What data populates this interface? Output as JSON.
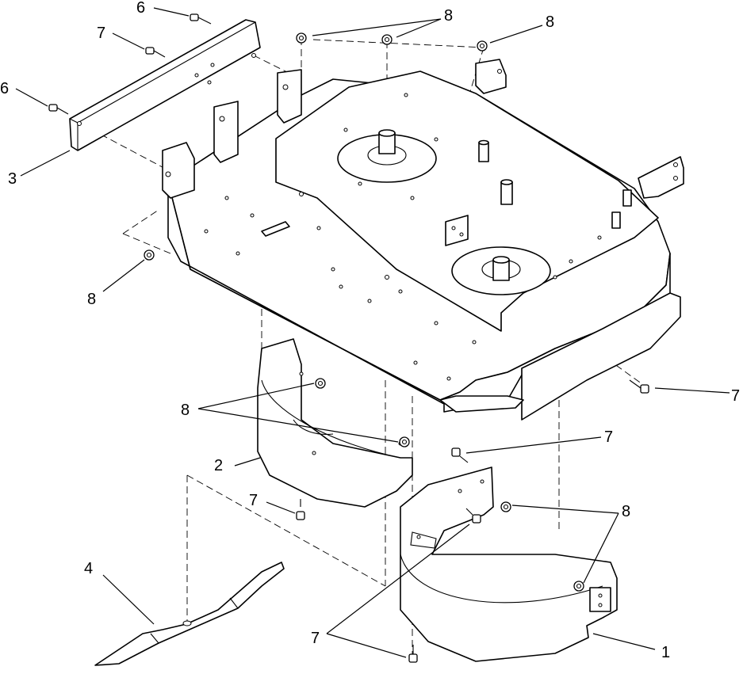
{
  "callouts": {
    "c1": "1",
    "c2": "2",
    "c3": "3",
    "c4": "4",
    "c6a": "6",
    "c6b": "6",
    "c7a": "7",
    "c7b": "7",
    "c7c": "7",
    "c7d": "7",
    "c7e": "7",
    "c8a": "8",
    "c8b": "8",
    "c8c": "8",
    "c8d": "8",
    "c8e": "8"
  },
  "colors": {
    "line": "#000000",
    "background": "#ffffff"
  }
}
